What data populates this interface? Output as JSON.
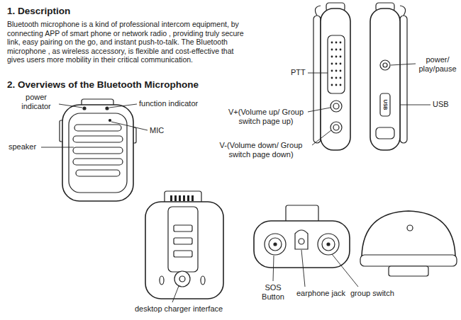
{
  "diagram": {
    "labels": [
      "1. Description",
      "Bluetooth microphone is a kind of professional intercom equipment, by connecting APP of smart phone or network radio , providing truly secure link, easy pairing on the go, and instant push-to-talk. The Bluetooth microphone , as wireless accessory, is flexible and cost-effective that gives users more mobility in their critical communication.",
      "2. Overviews of the Bluetooth Microphone",
      "power indicator",
      "function indicator",
      "MIC",
      "speaker",
      "PTT",
      "power/ play/pause",
      "V+(Volume up/ Group switch page up)",
      "USB",
      "V-(Volume down/ Group switch page down)",
      "USB",
      "SOS Button",
      "earphone jack",
      "group switch",
      "desktop charger interface"
    ]
  }
}
